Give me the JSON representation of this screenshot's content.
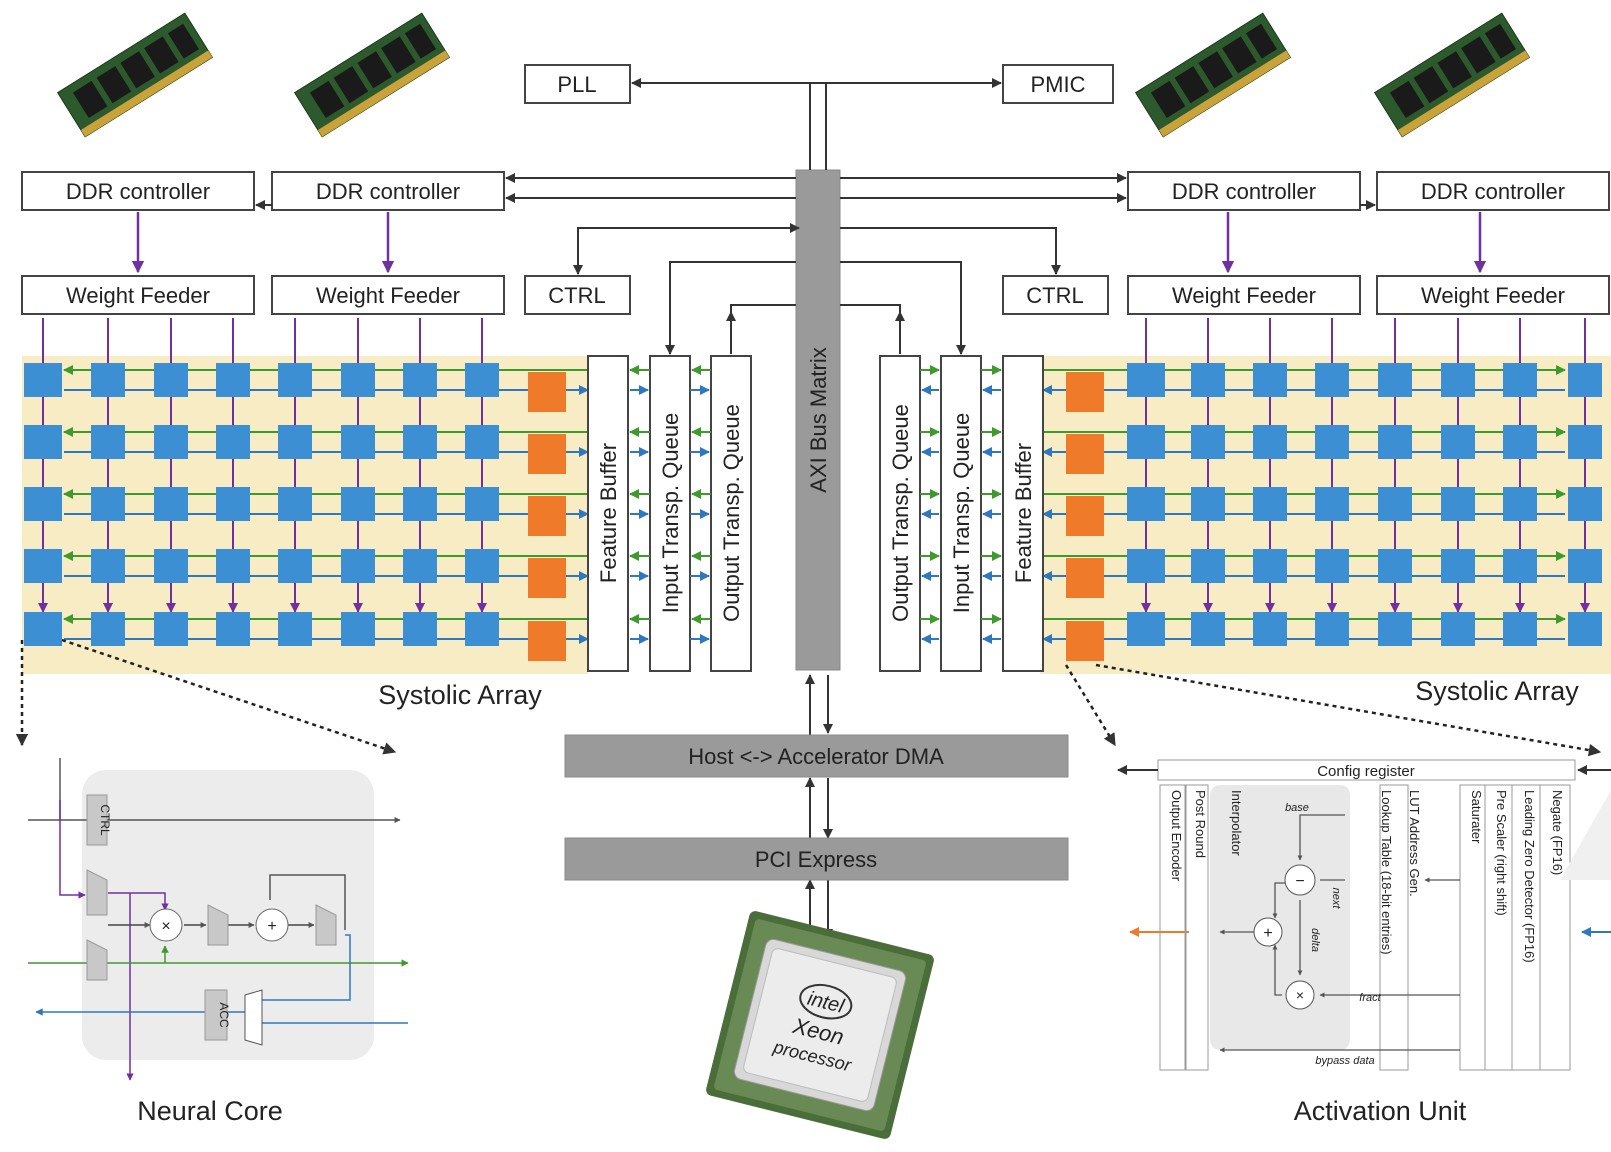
{
  "blocks": {
    "pll": "PLL",
    "pmic": "PMIC",
    "ddr_controller": "DDR controller",
    "weight_feeder": "Weight Feeder",
    "ctrl": "CTRL",
    "axi_bus_matrix": "AXI Bus Matrix",
    "feature_buffer": "Feature Buffer",
    "input_transp_queue": "Input Transp. Queue",
    "output_transp_queue": "Output Transp. Queue",
    "systolic_array": "Systolic Array",
    "host_dma": "Host <-> Accelerator DMA",
    "pci_express": "PCI Express",
    "neural_core": "Neural Core",
    "activation_unit": "Activation Unit"
  },
  "processor_chip": {
    "brand": "intel",
    "model": "Xeon",
    "line": "processor"
  },
  "neural_core_detail": {
    "ctrl": "CTRL",
    "acc": "ACC"
  },
  "activation_detail": {
    "config_register": "Config register",
    "stages": [
      "Output Encoder",
      "Post Round",
      "Interpolator",
      "Lookup Table (18-bit entries)",
      "LUT Address Gen.",
      "Saturater",
      "Pre Scaler (right shift)",
      "Leading Zero Detector (FP16)",
      "Negate (FP16)"
    ],
    "signals": {
      "base": "base",
      "next": "next",
      "delta": "delta",
      "fract": "fract",
      "bypass": "bypass data"
    }
  },
  "colors": {
    "pe_blue": "#3d8fd4",
    "act_orange": "#ee7a2a",
    "weight_purple": "#7030a0",
    "feature_green": "#3f9a2e",
    "partial_blue": "#2f78c0",
    "array_bg": "#f8ecc4",
    "bus_grey": "#9a9a9a"
  }
}
